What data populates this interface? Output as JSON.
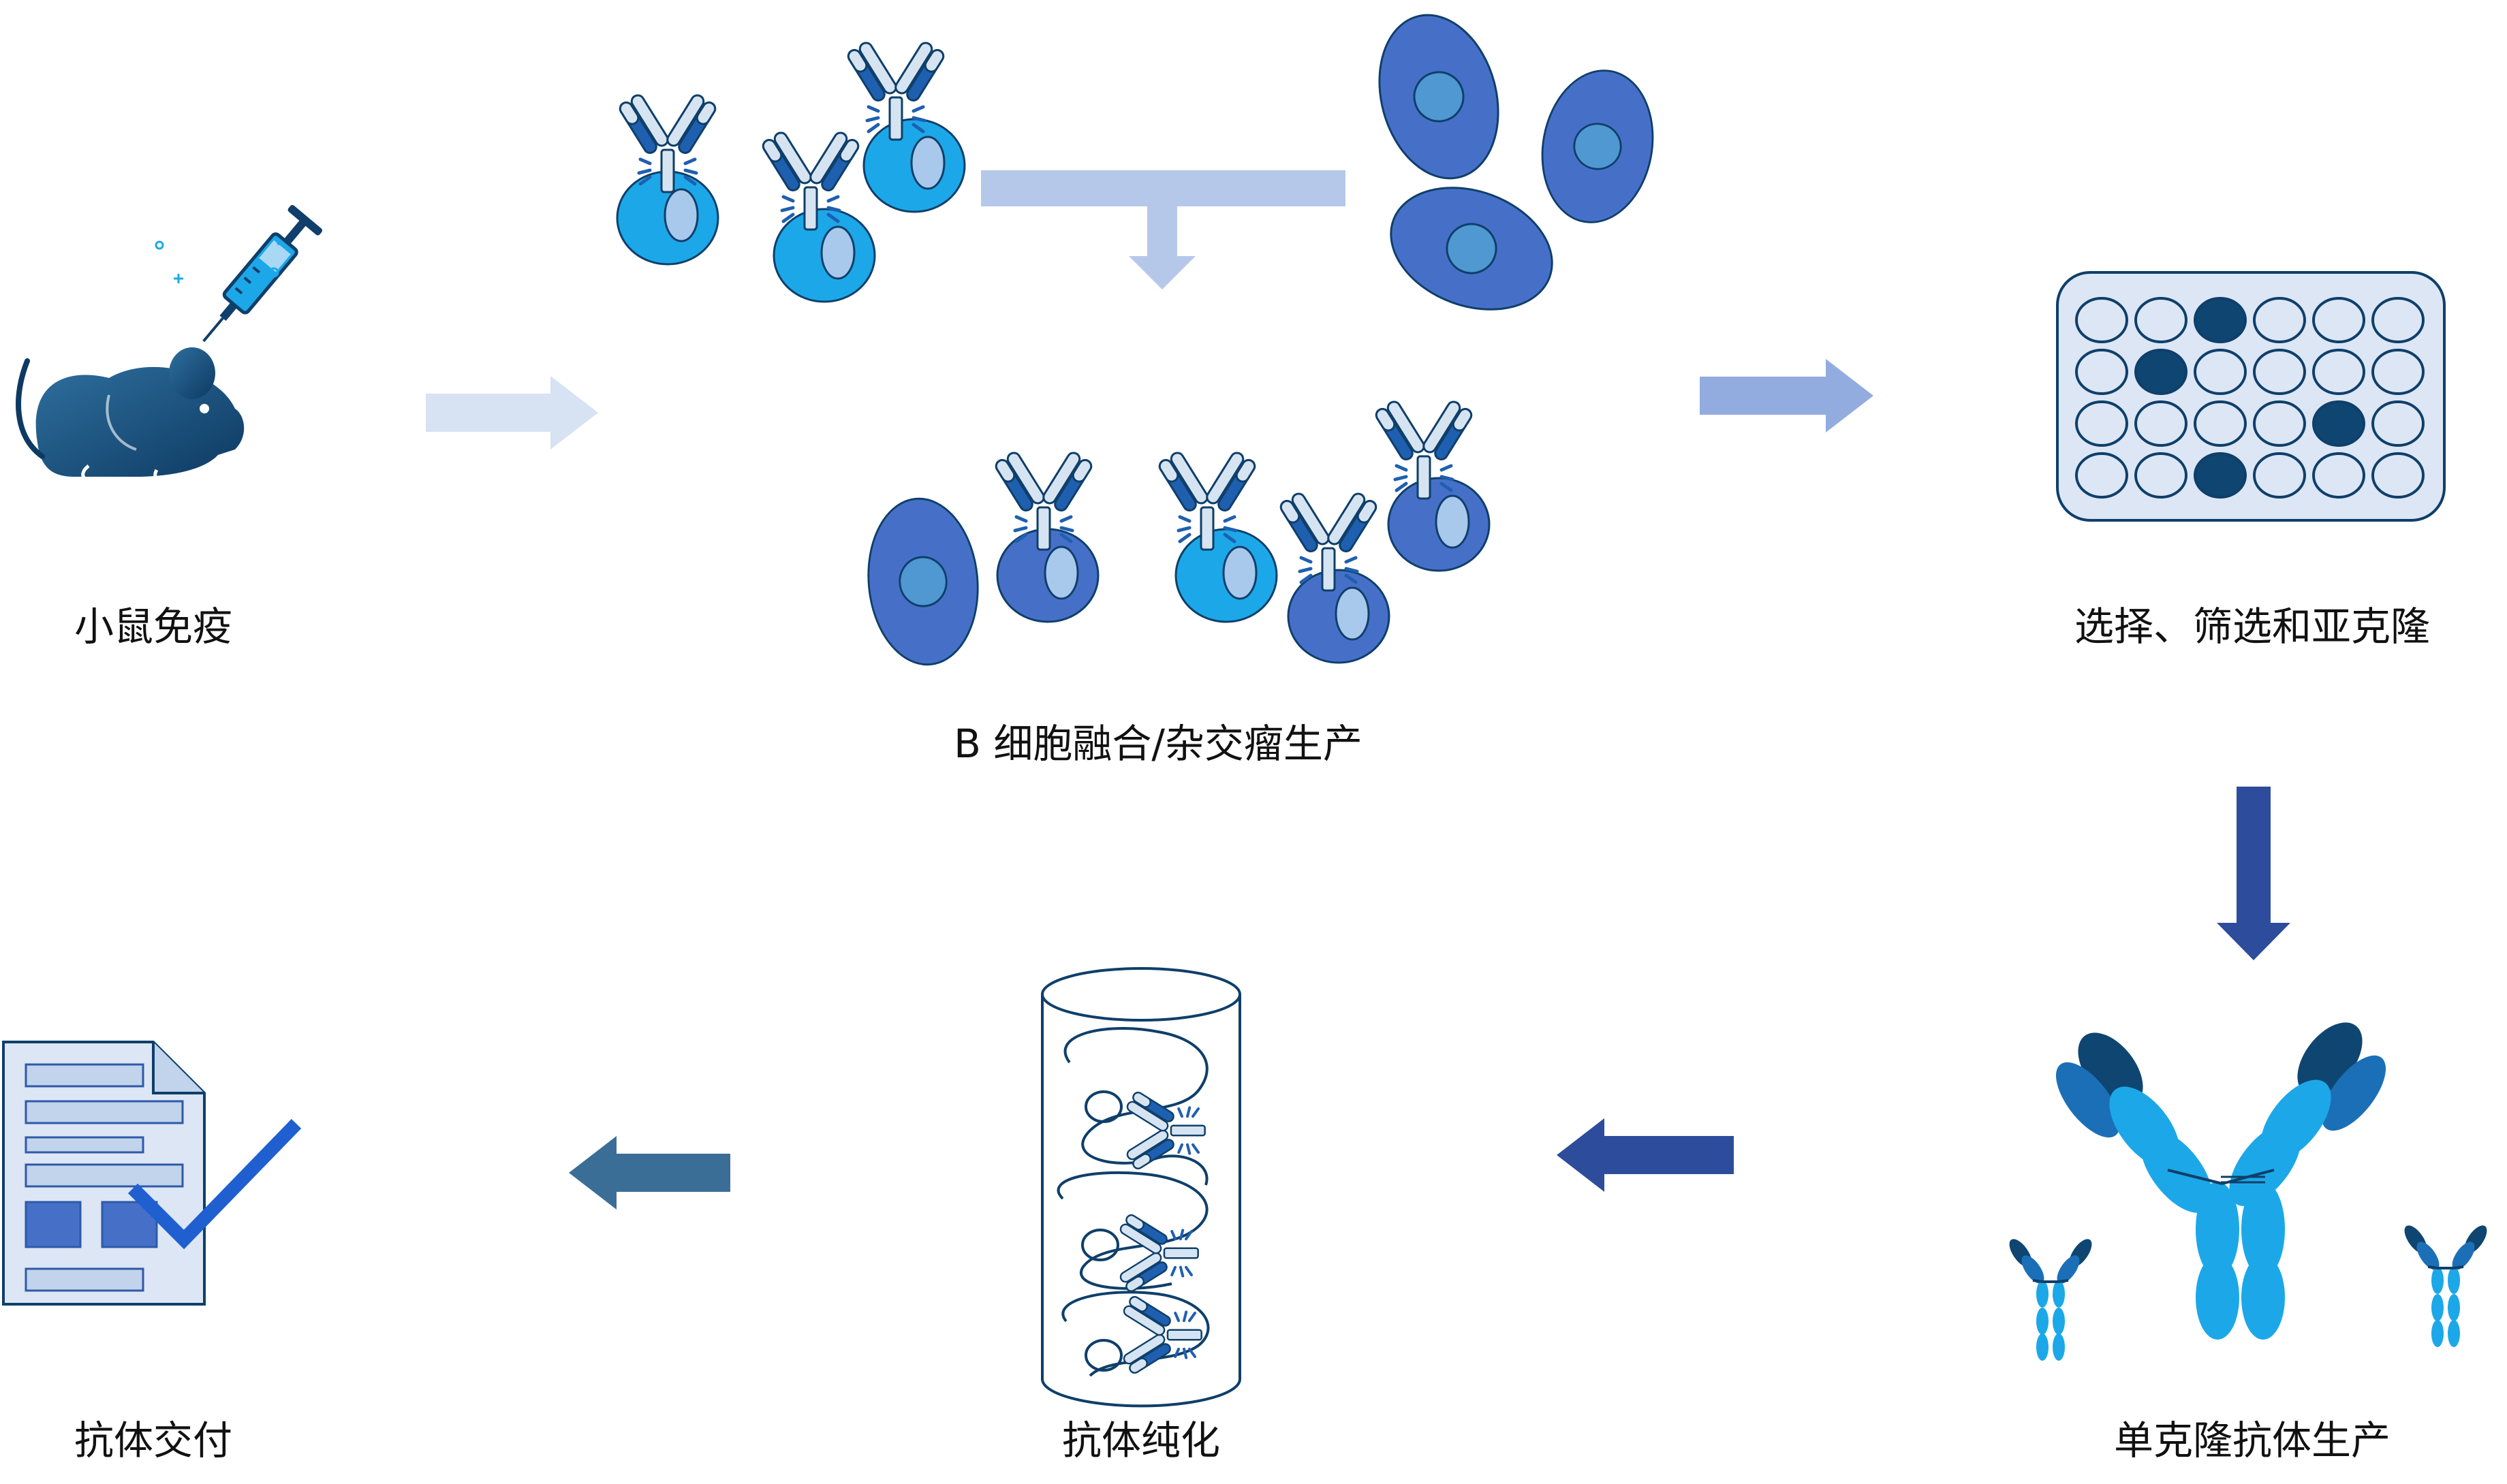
{
  "steps": {
    "immunization": "小鼠免疫",
    "fusion": "B 细胞融合/杂交瘤生产",
    "screening": "选择、筛选和亚克隆",
    "production": "单克隆抗体生产",
    "purification": "抗体纯化",
    "delivery": "抗体交付"
  },
  "icons": {
    "mouse": "mouse-with-syringe-icon",
    "b_cells": "b-cell-with-antibodies-icon",
    "myeloma": "myeloma-cell-icon",
    "hybridoma": "hybridoma-cell-icon",
    "plate": "well-plate-icon",
    "antibody": "antibody-icon",
    "column": "purification-column-icon",
    "document": "document-check-icon"
  },
  "colors": {
    "b_cell": "#1ca8e8",
    "myeloma": "#4670c8",
    "nucleus": "#a8c8ec",
    "dark_navy": "#0f4571",
    "well_fill": "#dce6f4",
    "arrow_pale": "#d7e2f3",
    "arrow_mid": "#93acdf",
    "arrow_dark": "#2e4c9c",
    "arrow_steel": "#3b6e97"
  }
}
